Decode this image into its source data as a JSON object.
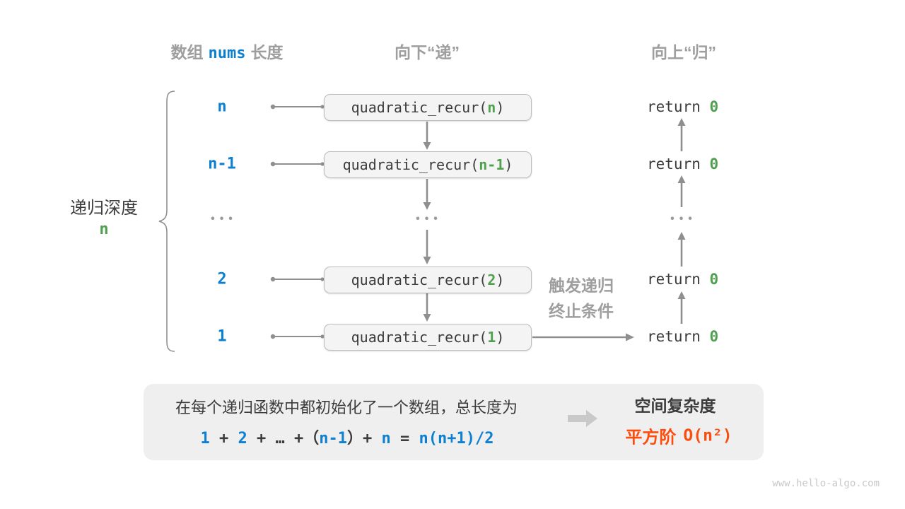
{
  "colors": {
    "blue": "#0d80d2",
    "green": "#50a050",
    "orange": "#fa4d0e",
    "gray": "#9e9e9e",
    "dark": "#3c3c3c"
  },
  "headers": {
    "col1_pre": "数组",
    "col1_code": "nums",
    "col1_post": "长度",
    "col2": "向下“递”",
    "col3": "向上“归”"
  },
  "depth_label": {
    "text": "递归深度",
    "value": "n"
  },
  "ellipsis": "•••",
  "rows": [
    {
      "label": "n",
      "call_pre": "quadratic_recur(",
      "call_arg": "n",
      "call_post": ")",
      "ret_pre": "return ",
      "ret_val": "0"
    },
    {
      "label": "n-1",
      "call_pre": "quadratic_recur(",
      "call_arg": "n-1",
      "call_post": ")",
      "ret_pre": "return ",
      "ret_val": "0"
    },
    {
      "label": "2",
      "call_pre": "quadratic_recur(",
      "call_arg": "2",
      "call_post": ")",
      "ret_pre": "return ",
      "ret_val": "0"
    },
    {
      "label": "1",
      "call_pre": "quadratic_recur(",
      "call_arg": "1",
      "call_post": ")",
      "ret_pre": "return ",
      "ret_val": "0"
    }
  ],
  "trigger_note": {
    "line1": "触发递归",
    "line2": "终止条件"
  },
  "summary": {
    "line1": "在每个递归函数中都初始化了一个数组，总长度为",
    "formula": {
      "f1": "1",
      "f2": " + ",
      "f3": "2",
      "f4": " + … +（",
      "f5": "n-1",
      "f6": "）+ ",
      "f7": "n",
      "f8": " = ",
      "f9": "n(n+1)/2"
    },
    "result_title": "空间复杂度",
    "result_label": "平方阶",
    "result_big_o": "O(n²)"
  },
  "watermark": "www.hello-algo.com"
}
